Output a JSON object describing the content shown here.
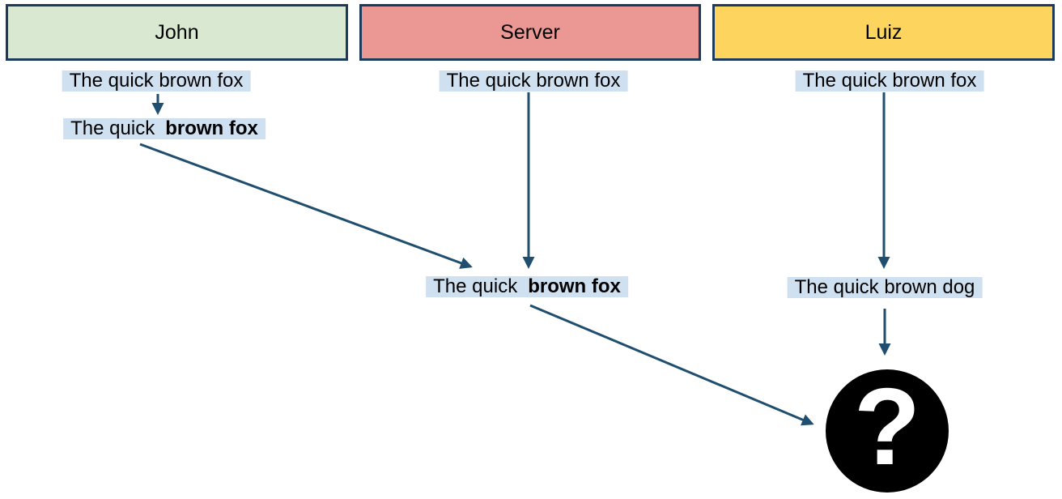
{
  "colors": {
    "john": "#d9e8d1",
    "server": "#eb9793",
    "luiz": "#fdd55e",
    "border": "#1b3a5c",
    "arrow": "#1f4e6e",
    "highlight": "#cfe0f0",
    "text": "#000000",
    "unknown-bg": "#000000",
    "unknown-fg": "#ffffff"
  },
  "lanes": [
    {
      "id": "john",
      "label": "John"
    },
    {
      "id": "server",
      "label": "Server"
    },
    {
      "id": "luiz",
      "label": "Luiz"
    }
  ],
  "messages": {
    "john_v1": "The quick brown fox",
    "john_v2_plain": "The quick",
    "john_v2_bold": "brown fox",
    "server_v1": "The quick brown fox",
    "merged_plain": "The quick",
    "merged_bold": "brown fox",
    "luiz_v1": "The quick brown fox",
    "luiz_v2": "The quick brown dog",
    "unknown": "?"
  },
  "edges": [
    {
      "from": "john-message-1",
      "to": "john-message-2"
    },
    {
      "from": "john-message-2",
      "to": "merged-message"
    },
    {
      "from": "server-message-1",
      "to": "merged-message"
    },
    {
      "from": "luiz-message-1",
      "to": "luiz-message-2"
    },
    {
      "from": "merged-message",
      "to": "unknown-result"
    },
    {
      "from": "luiz-message-2",
      "to": "unknown-result"
    }
  ]
}
